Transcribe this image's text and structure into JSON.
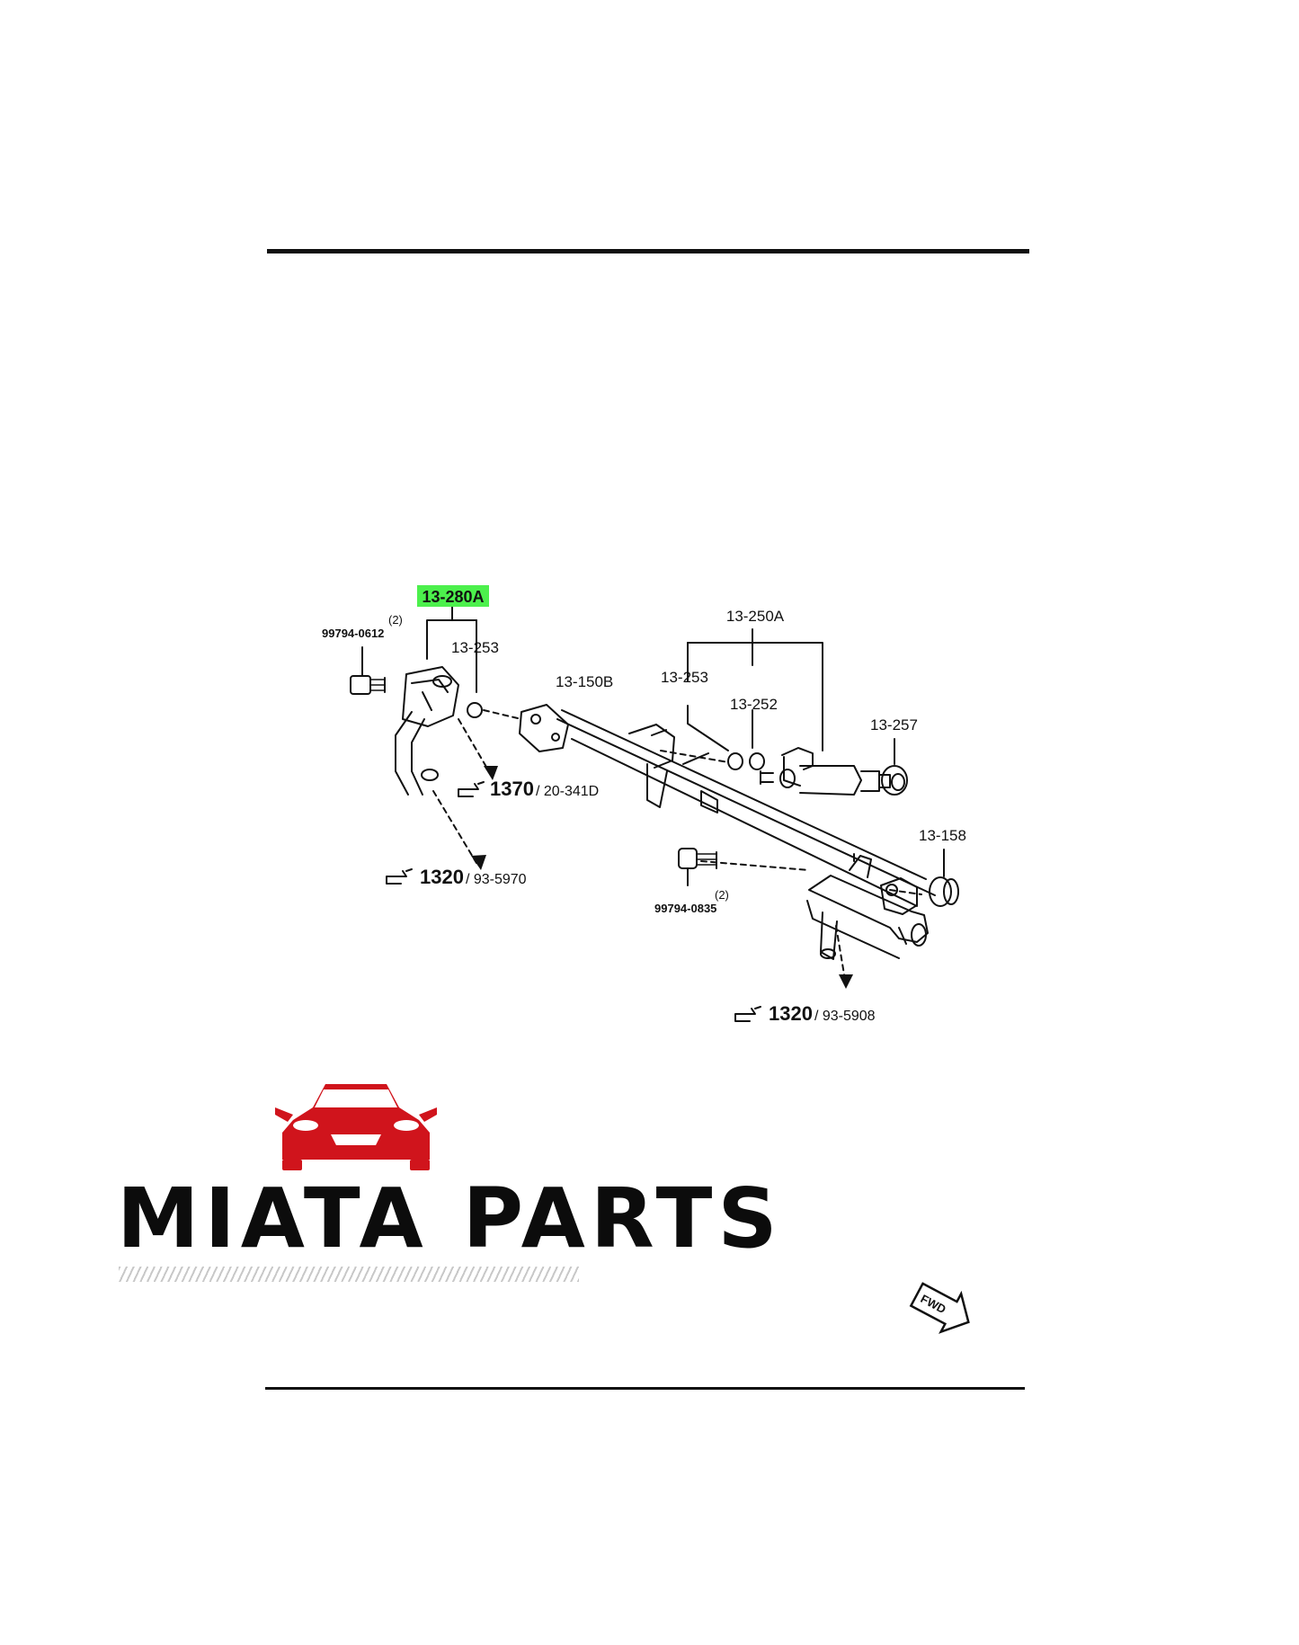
{
  "labels": {
    "p13_280A": "13-280A",
    "qty_top": "(2)",
    "bolt_top": "99794-0612",
    "p13_253_left": "13-253",
    "p13_150B": "13-150B",
    "p13_250A": "13-250A",
    "p13_253_right": "13-253",
    "p13_252": "13-252",
    "p13_257": "13-257",
    "p13_158": "13-158",
    "qty_bottom": "(2)",
    "bolt_bottom": "99794-0835"
  },
  "references": [
    {
      "code": "1370",
      "page": "/ 20-341D"
    },
    {
      "code": "1320",
      "page": "/ 93-5970"
    },
    {
      "code": "1320",
      "page": "/ 93-5908"
    }
  ],
  "fwd_label": "FWD",
  "brand": {
    "name": "MIATA PARTS",
    "color": "#d0141c"
  },
  "highlight_color": "#4cf04c"
}
